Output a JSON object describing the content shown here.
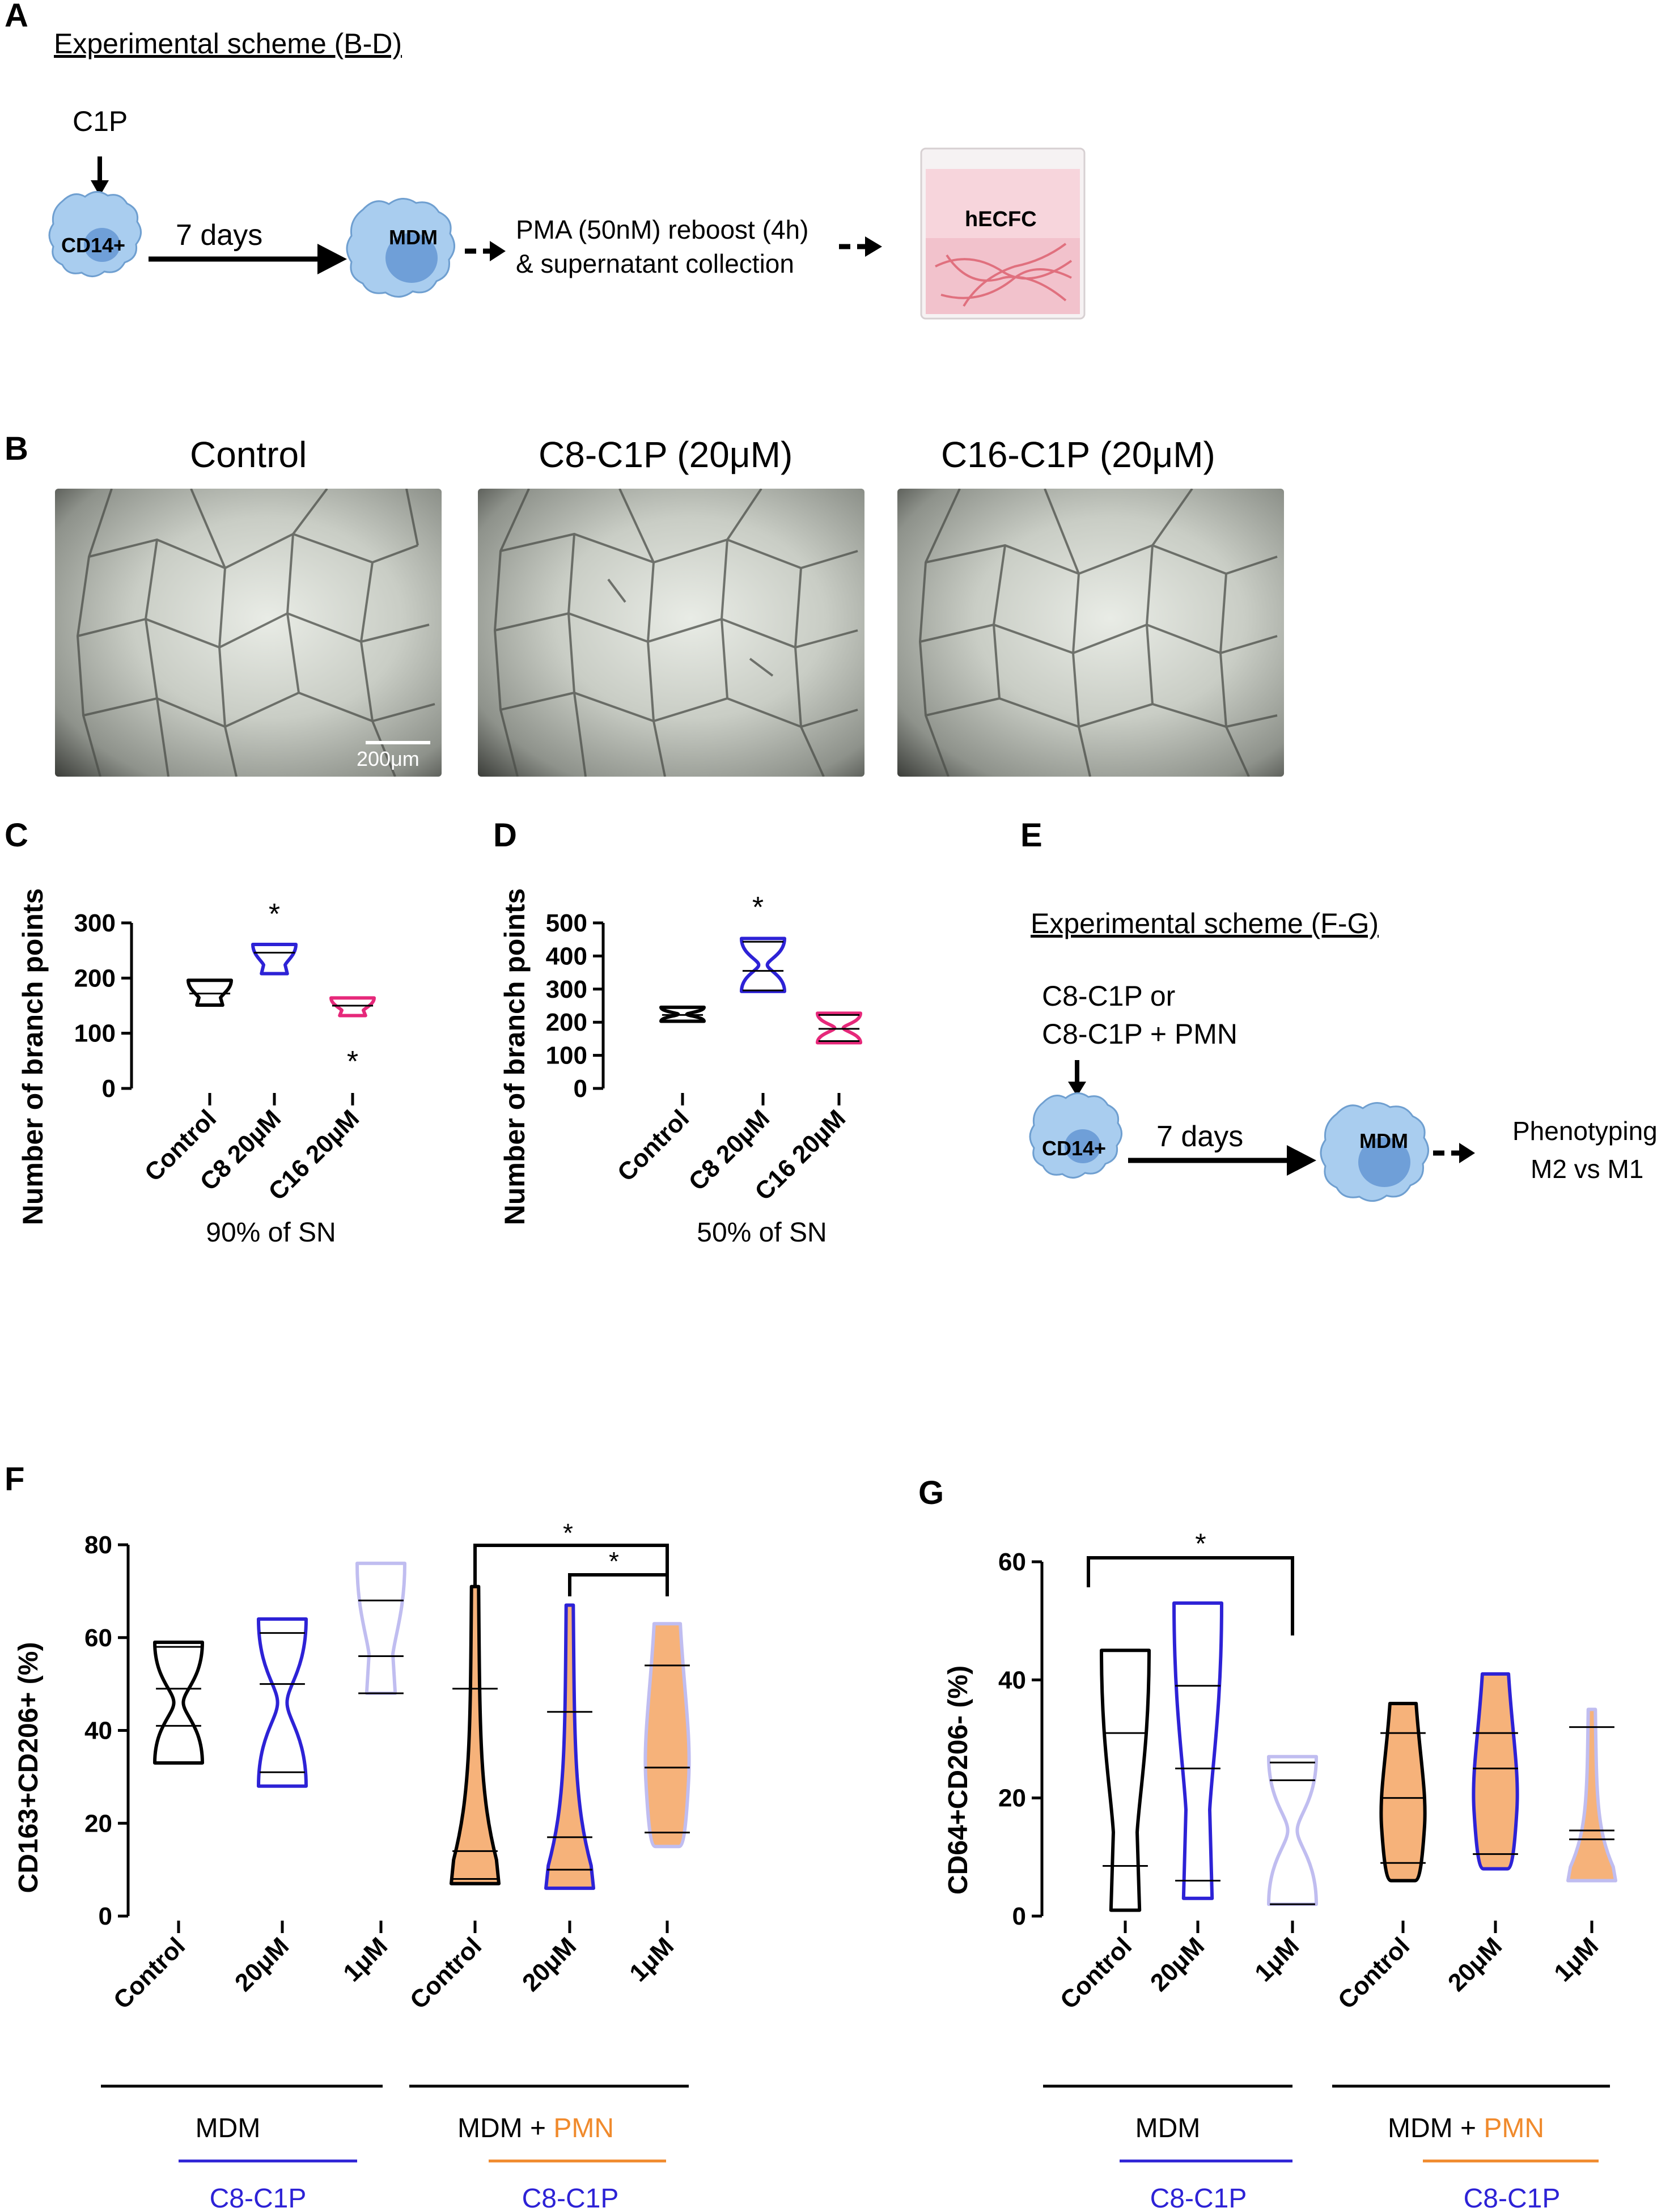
{
  "panels": {
    "A": {
      "label": "A",
      "scheme_title": "Experimental scheme (B-D)",
      "c1p": "C1P",
      "cell1": "CD14+",
      "days": "7 days",
      "cell2": "MDM",
      "pma_line1": "PMA (50nM) reboost (4h)",
      "pma_line2": "& supernatant collection",
      "well": "hECFC"
    },
    "B": {
      "label": "B",
      "images": [
        {
          "title": "Control"
        },
        {
          "title": "C8-C1P (20μM)"
        },
        {
          "title": "C16-C1P (20μM)"
        }
      ],
      "scalebar": "200μm"
    },
    "C": {
      "label": "C",
      "annotation": "90% of SN",
      "sig": [
        "*",
        "*"
      ]
    },
    "D": {
      "label": "D",
      "annotation": "50% of SN",
      "sig": [
        "*"
      ]
    },
    "E": {
      "label": "E",
      "scheme_title": "Experimental scheme (F-G)",
      "treat1": "C8-C1P or",
      "treat2": "C8-C1P + PMN",
      "cell1": "CD14+",
      "days": "7 days",
      "cell2": "MDM",
      "out1": "Phenotyping",
      "out2": "M2 vs M1"
    },
    "F": {
      "label": "F",
      "group1": "MDM",
      "group2_a": "MDM + ",
      "group2_b": "PMN",
      "sub": "C8-C1P",
      "sig": [
        "*",
        "*"
      ]
    },
    "G": {
      "label": "G",
      "group1": "MDM",
      "group2_a": "MDM + ",
      "group2_b": "PMN",
      "sub": "C8-C1P",
      "sig": [
        "*"
      ]
    }
  },
  "colors": {
    "black": "#000000",
    "blue": "#2d22d6",
    "pink": "#e6287a",
    "lavender": "#c0bdf0",
    "orange": "#f6b27a",
    "orange_text": "#f08a2c"
  },
  "chart_data": [
    {
      "id": "C",
      "type": "violin",
      "ylabel": "Number of branch points",
      "ylim": [
        0,
        300
      ],
      "yticks": [
        0,
        100,
        200,
        300
      ],
      "categories": [
        "Control",
        "C8 20µM",
        "C16 20µM"
      ],
      "series": [
        {
          "min": 151,
          "max": 196,
          "lines": [
            172
          ],
          "color": "black",
          "fill": "none",
          "shape": "top"
        },
        {
          "min": 208,
          "max": 261,
          "lines": [
            246
          ],
          "color": "blue",
          "fill": "none",
          "shape": "top"
        },
        {
          "min": 132,
          "max": 164,
          "lines": [
            150
          ],
          "color": "pink",
          "fill": "none",
          "shape": "top"
        }
      ]
    },
    {
      "id": "D",
      "type": "violin",
      "ylabel": "Number of branch points",
      "ylim": [
        0,
        500
      ],
      "yticks": [
        0,
        100,
        200,
        300,
        400,
        500
      ],
      "categories": [
        "Control",
        "C8 20µM",
        "C16 20µM"
      ],
      "series": [
        {
          "min": 203,
          "max": 245,
          "lines": [
            222
          ],
          "color": "black",
          "fill": "none",
          "shape": "hour"
        },
        {
          "min": 293,
          "max": 453,
          "lines": [
            443,
            355,
            296
          ],
          "color": "blue",
          "fill": "none",
          "shape": "hour"
        },
        {
          "min": 138,
          "max": 227,
          "lines": [
            222,
            180,
            143
          ],
          "color": "pink",
          "fill": "none",
          "shape": "hour"
        }
      ]
    },
    {
      "id": "F",
      "type": "violin",
      "ylabel": "CD163+CD206+ (%)",
      "ylim": [
        0,
        80
      ],
      "yticks": [
        0,
        20,
        40,
        60,
        80
      ],
      "categories": [
        "Control",
        "20μM",
        "1μM",
        "Control",
        "20μM",
        "1μM"
      ],
      "series": [
        {
          "min": 33,
          "max": 59,
          "lines": [
            58,
            49,
            41
          ],
          "color": "black",
          "fill": "none",
          "shape": "hour"
        },
        {
          "min": 28,
          "max": 64,
          "lines": [
            61,
            50,
            31
          ],
          "color": "blue",
          "fill": "none",
          "shape": "hour"
        },
        {
          "min": 48,
          "max": 76,
          "lines": [
            68,
            56,
            48
          ],
          "color": "lavender",
          "fill": "none",
          "shape": "top"
        },
        {
          "min": 7,
          "max": 71,
          "lines": [
            49,
            14,
            8
          ],
          "color": "black",
          "fill": "orange",
          "shape": "bottom"
        },
        {
          "min": 6,
          "max": 67,
          "lines": [
            44,
            17,
            10
          ],
          "color": "blue",
          "fill": "orange",
          "shape": "bottom"
        },
        {
          "min": 15,
          "max": 63,
          "lines": [
            54,
            32,
            18
          ],
          "color": "lavender",
          "fill": "orange",
          "shape": "mid"
        }
      ]
    },
    {
      "id": "G",
      "type": "violin",
      "ylabel": "CD64+CD206- (%)",
      "ylim": [
        0,
        60
      ],
      "yticks": [
        0,
        20,
        40,
        60
      ],
      "categories": [
        "Control",
        "20μM",
        "1μM",
        "Control",
        "20μM",
        "1μM"
      ],
      "series": [
        {
          "min": 1,
          "max": 45,
          "lines": [
            31,
            8.5
          ],
          "color": "black",
          "fill": "none",
          "shape": "top"
        },
        {
          "min": 3,
          "max": 53,
          "lines": [
            39,
            25,
            6
          ],
          "color": "blue",
          "fill": "none",
          "shape": "top"
        },
        {
          "min": 2,
          "max": 27,
          "lines": [
            26,
            23,
            2
          ],
          "color": "lavender",
          "fill": "none",
          "shape": "hour"
        },
        {
          "min": 6,
          "max": 36,
          "lines": [
            31,
            20,
            9
          ],
          "color": "black",
          "fill": "orange",
          "shape": "mid"
        },
        {
          "min": 8,
          "max": 41,
          "lines": [
            31,
            25,
            10.5
          ],
          "color": "blue",
          "fill": "orange",
          "shape": "mid"
        },
        {
          "min": 6,
          "max": 35,
          "lines": [
            32,
            14.5,
            13
          ],
          "color": "lavender",
          "fill": "orange",
          "shape": "bottom"
        }
      ]
    }
  ]
}
